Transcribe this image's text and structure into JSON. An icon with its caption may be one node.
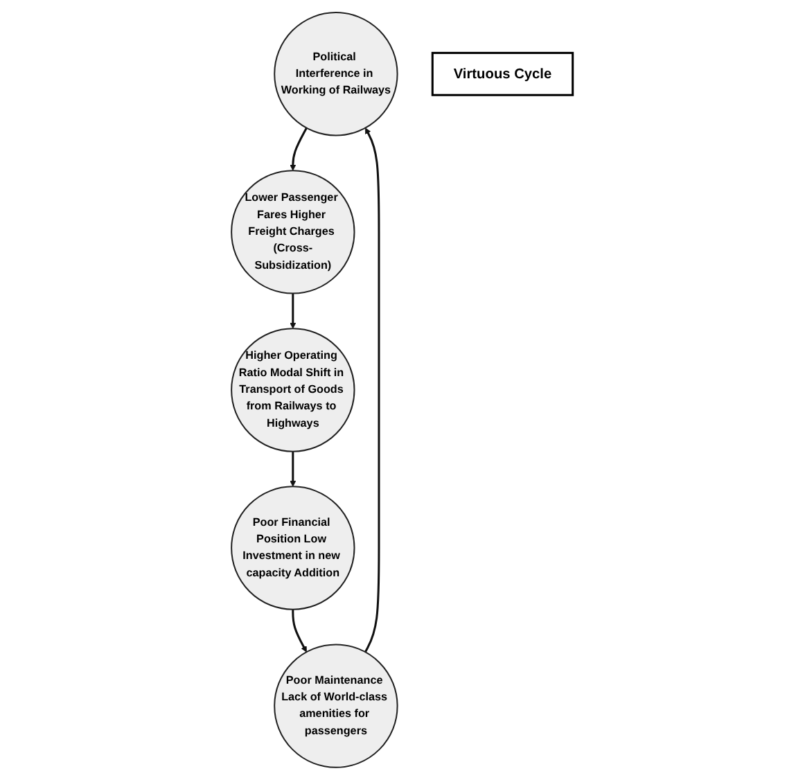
{
  "diagram": {
    "nodes": [
      {
        "text": [
          "Political Interference in Working of Railways"
        ]
      },
      {
        "text": [
          "Lower Passenger Fares Higher Freight Charges (Cross-Subsidization)"
        ]
      },
      {
        "text": [
          "Higher Operating Ratio Modal Shift in Transport of Goods from Railways to Highways"
        ]
      },
      {
        "text": [
          "Poor Financial Position Low Investment in new capacity Addition"
        ]
      },
      {
        "text": [
          "Poor Maintenance Lack of World-class amenities for passengers"
        ]
      },
      {
        "text": [
          "Virtuous Cycle"
        ]
      }
    ],
    "edges": [
      {
        "from": 0,
        "to": 1,
        "arrow": "to"
      },
      {
        "from": 1,
        "to": 2,
        "arrow": "to"
      },
      {
        "from": 2,
        "to": 3,
        "arrow": "to"
      },
      {
        "from": 3,
        "to": 4,
        "arrow": "to"
      },
      {
        "from": 4,
        "to": 0,
        "arrow": "to"
      }
    ]
  }
}
